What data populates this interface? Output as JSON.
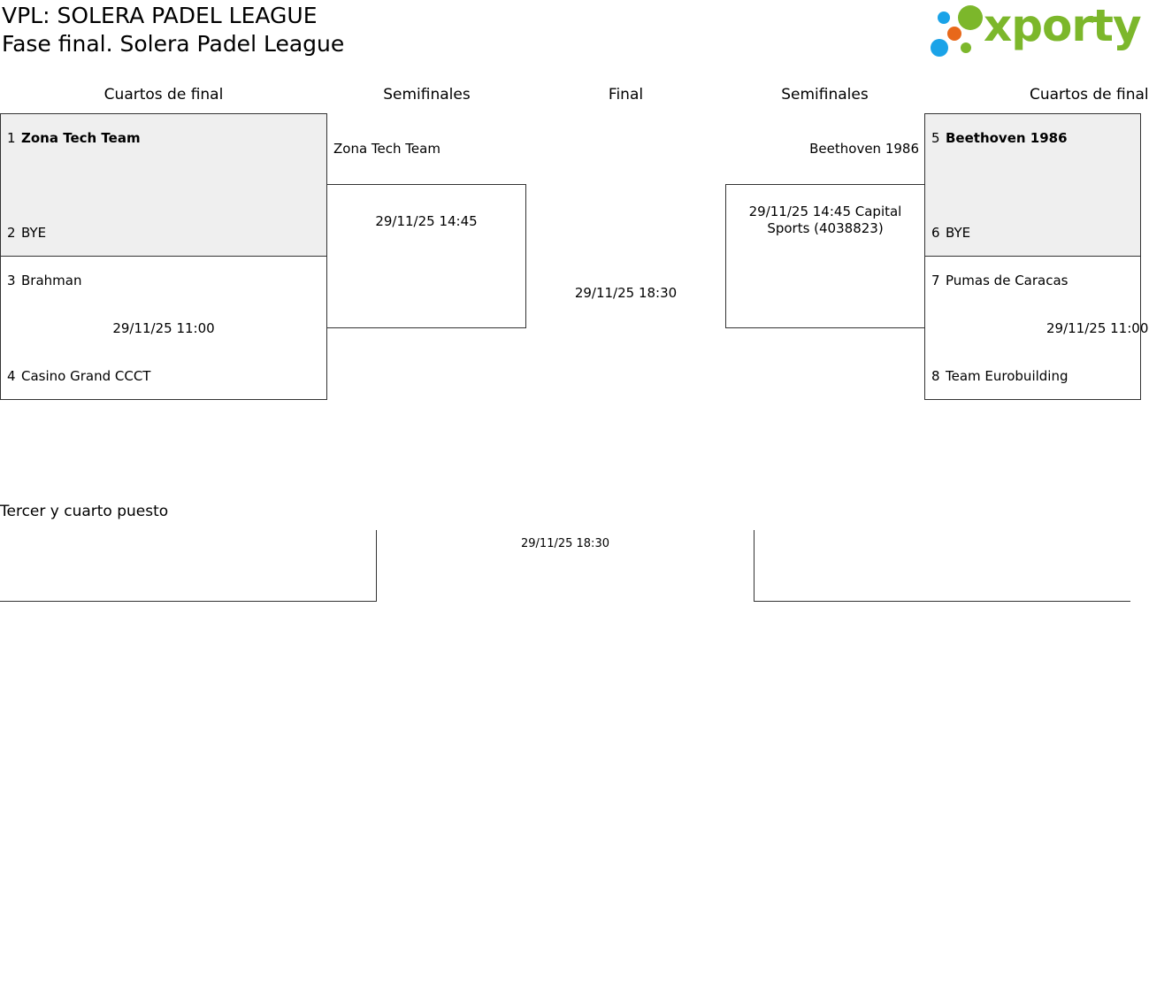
{
  "header": {
    "title": "VPL: SOLERA PADEL LEAGUE",
    "subtitle": "Fase final. Solera Padel League",
    "logo_text": "xporty",
    "logo_colors": [
      "#1aa3e8",
      "#7cb72b",
      "#e8681a"
    ]
  },
  "rounds": {
    "left_quarter": "Cuartos de final",
    "left_semi": "Semifinales",
    "final": "Final",
    "right_semi": "Semifinales",
    "right_quarter": "Cuartos de final"
  },
  "left_quarters": {
    "match1": {
      "seed1": "1",
      "team1": "Zona Tech Team",
      "seed2": "2",
      "team2": "BYE"
    },
    "match2": {
      "seed1": "3",
      "team1": "Brahman",
      "time": "29/11/25 11:00",
      "seed2": "4",
      "team2": "Casino Grand CCCT"
    }
  },
  "right_quarters": {
    "match1": {
      "seed1": "5",
      "team1": "Beethoven 1986",
      "seed2": "6",
      "team2": "BYE"
    },
    "match2": {
      "seed1": "7",
      "team1": "Pumas de Caracas",
      "time": "29/11/25 11:00",
      "seed2": "8",
      "team2": "Team Eurobuilding"
    }
  },
  "left_semi": {
    "team": "Zona Tech Team",
    "time": "29/11/25 14:45"
  },
  "right_semi": {
    "team": "Beethoven 1986",
    "time": "29/11/25 14:45 Capital Sports (4038823)"
  },
  "final": {
    "time": "29/11/25 18:30"
  },
  "third_place": {
    "title": "Tercer y cuarto puesto",
    "time": "29/11/25 18:30"
  }
}
